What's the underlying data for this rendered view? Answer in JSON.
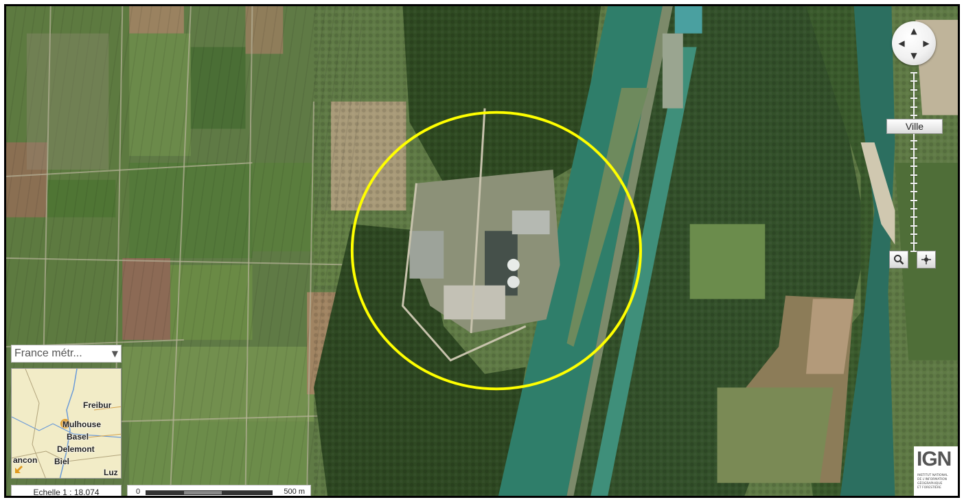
{
  "navigation": {
    "up_icon": "chevron-up-icon",
    "down_icon": "chevron-down-icon",
    "left_icon": "chevron-left-icon",
    "right_icon": "chevron-right-icon"
  },
  "zoom": {
    "level_label": "Ville"
  },
  "tools": {
    "zoom_box_icon": "magnifier-icon",
    "center_icon": "crosshair-icon"
  },
  "territory": {
    "selected": "France métr..."
  },
  "overview_map": {
    "labels": [
      "Freibur",
      "Mulhouse",
      "Basel",
      "Delemont",
      "ancon",
      "Biel",
      "Luz"
    ]
  },
  "scale": {
    "ratio_text": "Echelle 1 :  18.074",
    "bar_start": "0",
    "bar_end": "500 m"
  },
  "logo": {
    "name": "IGN",
    "caption": [
      "INSTITUT NATIONAL",
      "DE L'INFORMATION",
      "GÉOGRAPHIQUE",
      "ET FORESTIÈRE"
    ]
  },
  "colors": {
    "highlight_circle": "#ffff00",
    "river": "#2f7e6a",
    "canal": "#3f8f7a"
  }
}
